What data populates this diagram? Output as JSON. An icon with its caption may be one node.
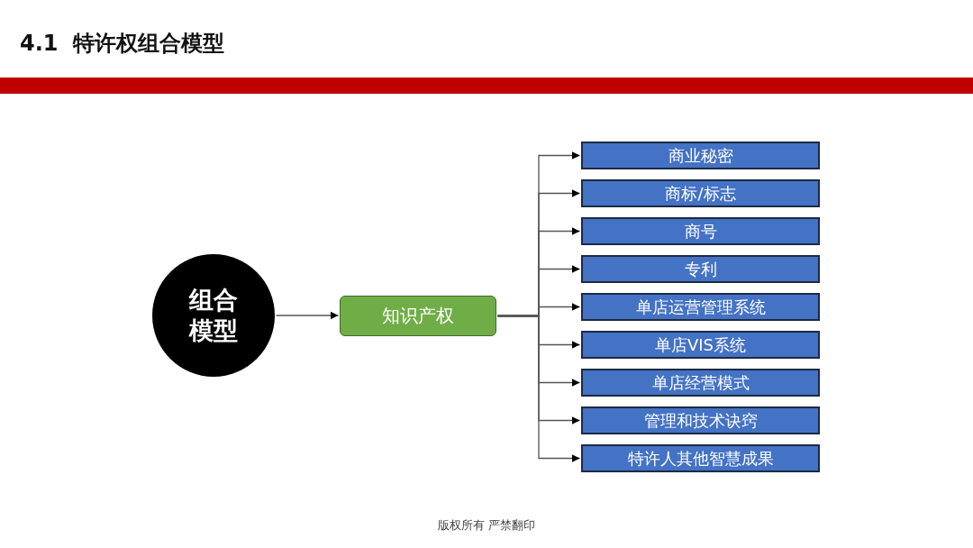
{
  "diagram": {
    "title": "4.1 特许权组合模型",
    "nodes": [
      {
        "text": [
          "组合模型"
        ]
      },
      {
        "text": [
          "知识产权"
        ]
      },
      {
        "text": [
          "商业秘密"
        ]
      },
      {
        "text": [
          "商标/标志"
        ]
      },
      {
        "text": [
          "商号"
        ]
      },
      {
        "text": [
          "专利"
        ]
      },
      {
        "text": [
          "单店运营管理系统"
        ]
      },
      {
        "text": [
          "单店VIS系统"
        ]
      },
      {
        "text": [
          "单店经营模式"
        ]
      },
      {
        "text": [
          "管理和技术诀窍"
        ]
      },
      {
        "text": [
          "特许人其他智慧成果"
        ]
      }
    ],
    "edges": [
      {
        "from": 0,
        "to": 1,
        "arrow": "to"
      },
      {
        "from": 1,
        "to": 2,
        "arrow": "to"
      },
      {
        "from": 1,
        "to": 3,
        "arrow": "to"
      },
      {
        "from": 1,
        "to": 4,
        "arrow": "to"
      },
      {
        "from": 1,
        "to": 5,
        "arrow": "to"
      },
      {
        "from": 1,
        "to": 6,
        "arrow": "to"
      },
      {
        "from": 1,
        "to": 7,
        "arrow": "to"
      },
      {
        "from": 1,
        "to": 8,
        "arrow": "to"
      },
      {
        "from": 1,
        "to": 9,
        "arrow": "to"
      },
      {
        "from": 1,
        "to": 10,
        "arrow": "to"
      }
    ],
    "labels": [
      "版权所有 严禁翻印"
    ]
  }
}
